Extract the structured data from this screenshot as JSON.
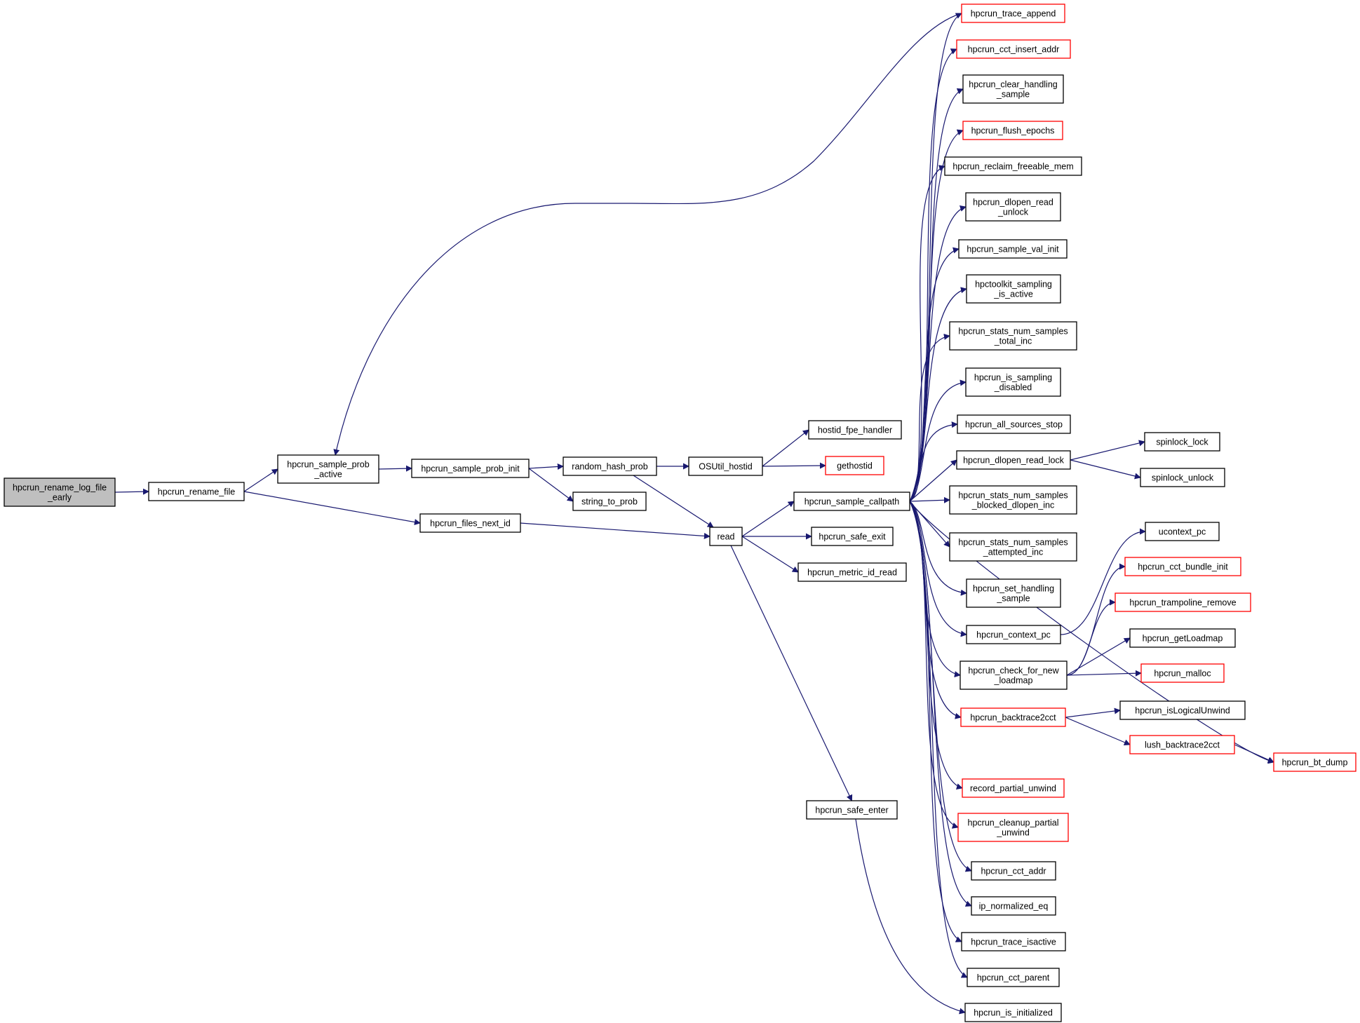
{
  "colors": {
    "edge": "#191970",
    "red_border": "#ff0000",
    "root_fill": "#bfbfbf",
    "border": "#000000"
  },
  "nodes": [
    {
      "id": "root",
      "lines": [
        "hpcrun_rename_log_file",
        "_early"
      ],
      "style": "root"
    },
    {
      "id": "rename_file",
      "lines": [
        "hpcrun_rename_file"
      ]
    },
    {
      "id": "sample_prob_active",
      "lines": [
        "hpcrun_sample_prob",
        "_active"
      ]
    },
    {
      "id": "files_next_id",
      "lines": [
        "hpcrun_files_next_id"
      ]
    },
    {
      "id": "sample_prob_init",
      "lines": [
        "hpcrun_sample_prob_init"
      ]
    },
    {
      "id": "random_hash_prob",
      "lines": [
        "random_hash_prob"
      ]
    },
    {
      "id": "string_to_prob",
      "lines": [
        "string_to_prob"
      ]
    },
    {
      "id": "osutil_hostid",
      "lines": [
        "OSUtil_hostid"
      ]
    },
    {
      "id": "hostid_fpe_handler",
      "lines": [
        "hostid_fpe_handler"
      ]
    },
    {
      "id": "gethostid",
      "lines": [
        "gethostid"
      ],
      "style": "red"
    },
    {
      "id": "read",
      "lines": [
        "read"
      ]
    },
    {
      "id": "sample_callpath",
      "lines": [
        "hpcrun_sample_callpath"
      ]
    },
    {
      "id": "safe_exit",
      "lines": [
        "hpcrun_safe_exit"
      ]
    },
    {
      "id": "metric_id_read",
      "lines": [
        "hpcrun_metric_id_read"
      ]
    },
    {
      "id": "safe_enter",
      "lines": [
        "hpcrun_safe_enter"
      ]
    },
    {
      "id": "trace_append",
      "lines": [
        "hpcrun_trace_append"
      ],
      "style": "red"
    },
    {
      "id": "cct_insert_addr",
      "lines": [
        "hpcrun_cct_insert_addr"
      ],
      "style": "red"
    },
    {
      "id": "clear_handling_sample",
      "lines": [
        "hpcrun_clear_handling",
        "_sample"
      ]
    },
    {
      "id": "flush_epochs",
      "lines": [
        "hpcrun_flush_epochs"
      ],
      "style": "red"
    },
    {
      "id": "reclaim_freeable_mem",
      "lines": [
        "hpcrun_reclaim_freeable_mem"
      ]
    },
    {
      "id": "dlopen_read_unlock",
      "lines": [
        "hpcrun_dlopen_read",
        "_unlock"
      ]
    },
    {
      "id": "sample_val_init",
      "lines": [
        "hpcrun_sample_val_init"
      ]
    },
    {
      "id": "sampling_is_active",
      "lines": [
        "hpctoolkit_sampling",
        "_is_active"
      ]
    },
    {
      "id": "stats_total_inc",
      "lines": [
        "hpcrun_stats_num_samples",
        "_total_inc"
      ]
    },
    {
      "id": "is_sampling_disabled",
      "lines": [
        "hpcrun_is_sampling",
        "_disabled"
      ]
    },
    {
      "id": "all_sources_stop",
      "lines": [
        "hpcrun_all_sources_stop"
      ]
    },
    {
      "id": "dlopen_read_lock",
      "lines": [
        "hpcrun_dlopen_read_lock"
      ]
    },
    {
      "id": "stats_blocked_dlopen",
      "lines": [
        "hpcrun_stats_num_samples",
        "_blocked_dlopen_inc"
      ]
    },
    {
      "id": "stats_attempted",
      "lines": [
        "hpcrun_stats_num_samples",
        "_attempted_inc"
      ]
    },
    {
      "id": "set_handling_sample",
      "lines": [
        "hpcrun_set_handling",
        "_sample"
      ]
    },
    {
      "id": "context_pc",
      "lines": [
        "hpcrun_context_pc"
      ]
    },
    {
      "id": "check_for_new_loadmap",
      "lines": [
        "hpcrun_check_for_new",
        "_loadmap"
      ]
    },
    {
      "id": "backtrace2cct",
      "lines": [
        "hpcrun_backtrace2cct"
      ],
      "style": "red"
    },
    {
      "id": "record_partial_unwind",
      "lines": [
        "record_partial_unwind"
      ],
      "style": "red"
    },
    {
      "id": "cleanup_partial_unwind",
      "lines": [
        "hpcrun_cleanup_partial",
        "_unwind"
      ],
      "style": "red"
    },
    {
      "id": "cct_addr",
      "lines": [
        "hpcrun_cct_addr"
      ]
    },
    {
      "id": "ip_normalized_eq",
      "lines": [
        "ip_normalized_eq"
      ]
    },
    {
      "id": "trace_isactive",
      "lines": [
        "hpcrun_trace_isactive"
      ]
    },
    {
      "id": "cct_parent",
      "lines": [
        "hpcrun_cct_parent"
      ]
    },
    {
      "id": "is_initialized",
      "lines": [
        "hpcrun_is_initialized"
      ]
    },
    {
      "id": "spinlock_lock",
      "lines": [
        "spinlock_lock"
      ]
    },
    {
      "id": "spinlock_unlock",
      "lines": [
        "spinlock_unlock"
      ]
    },
    {
      "id": "ucontext_pc",
      "lines": [
        "ucontext_pc"
      ]
    },
    {
      "id": "cct_bundle_init",
      "lines": [
        "hpcrun_cct_bundle_init"
      ],
      "style": "red"
    },
    {
      "id": "trampoline_remove",
      "lines": [
        "hpcrun_trampoline_remove"
      ],
      "style": "red"
    },
    {
      "id": "getloadmap",
      "lines": [
        "hpcrun_getLoadmap"
      ]
    },
    {
      "id": "malloc",
      "lines": [
        "hpcrun_malloc"
      ],
      "style": "red"
    },
    {
      "id": "islogicalunwind",
      "lines": [
        "hpcrun_isLogicalUnwind"
      ]
    },
    {
      "id": "lush_backtrace2cct",
      "lines": [
        "lush_backtrace2cct"
      ],
      "style": "red"
    },
    {
      "id": "bt_dump",
      "lines": [
        "hpcrun_bt_dump"
      ],
      "style": "red"
    }
  ],
  "edges": [
    [
      "root",
      "rename_file"
    ],
    [
      "rename_file",
      "sample_prob_active"
    ],
    [
      "rename_file",
      "files_next_id"
    ],
    [
      "sample_prob_active",
      "sample_prob_init"
    ],
    [
      "sample_prob_init",
      "random_hash_prob"
    ],
    [
      "sample_prob_init",
      "string_to_prob"
    ],
    [
      "random_hash_prob",
      "osutil_hostid"
    ],
    [
      "random_hash_prob",
      "read"
    ],
    [
      "osutil_hostid",
      "hostid_fpe_handler"
    ],
    [
      "osutil_hostid",
      "gethostid"
    ],
    [
      "files_next_id",
      "read"
    ],
    [
      "read",
      "sample_callpath"
    ],
    [
      "read",
      "safe_exit"
    ],
    [
      "read",
      "metric_id_read"
    ],
    [
      "read",
      "safe_enter"
    ],
    [
      "trace_append",
      "sample_prob_active"
    ],
    [
      "sample_callpath",
      "trace_append"
    ],
    [
      "sample_callpath",
      "cct_insert_addr"
    ],
    [
      "sample_callpath",
      "clear_handling_sample"
    ],
    [
      "sample_callpath",
      "flush_epochs"
    ],
    [
      "sample_callpath",
      "reclaim_freeable_mem"
    ],
    [
      "sample_callpath",
      "dlopen_read_unlock"
    ],
    [
      "sample_callpath",
      "sample_val_init"
    ],
    [
      "sample_callpath",
      "sampling_is_active"
    ],
    [
      "sample_callpath",
      "stats_total_inc"
    ],
    [
      "sample_callpath",
      "is_sampling_disabled"
    ],
    [
      "sample_callpath",
      "all_sources_stop"
    ],
    [
      "sample_callpath",
      "dlopen_read_lock"
    ],
    [
      "sample_callpath",
      "stats_blocked_dlopen"
    ],
    [
      "sample_callpath",
      "stats_attempted"
    ],
    [
      "sample_callpath",
      "set_handling_sample"
    ],
    [
      "sample_callpath",
      "context_pc"
    ],
    [
      "sample_callpath",
      "check_for_new_loadmap"
    ],
    [
      "sample_callpath",
      "backtrace2cct"
    ],
    [
      "sample_callpath",
      "record_partial_unwind"
    ],
    [
      "sample_callpath",
      "cleanup_partial_unwind"
    ],
    [
      "sample_callpath",
      "cct_addr"
    ],
    [
      "sample_callpath",
      "ip_normalized_eq"
    ],
    [
      "sample_callpath",
      "trace_isactive"
    ],
    [
      "sample_callpath",
      "cct_parent"
    ],
    [
      "sample_callpath",
      "bt_dump"
    ],
    [
      "safe_enter",
      "is_initialized"
    ],
    [
      "dlopen_read_lock",
      "spinlock_lock"
    ],
    [
      "dlopen_read_lock",
      "spinlock_unlock"
    ],
    [
      "context_pc",
      "ucontext_pc"
    ],
    [
      "check_for_new_loadmap",
      "cct_bundle_init"
    ],
    [
      "check_for_new_loadmap",
      "trampoline_remove"
    ],
    [
      "check_for_new_loadmap",
      "getloadmap"
    ],
    [
      "check_for_new_loadmap",
      "malloc"
    ],
    [
      "backtrace2cct",
      "islogicalunwind"
    ],
    [
      "backtrace2cct",
      "lush_backtrace2cct"
    ],
    [
      "lush_backtrace2cct",
      "bt_dump"
    ]
  ]
}
